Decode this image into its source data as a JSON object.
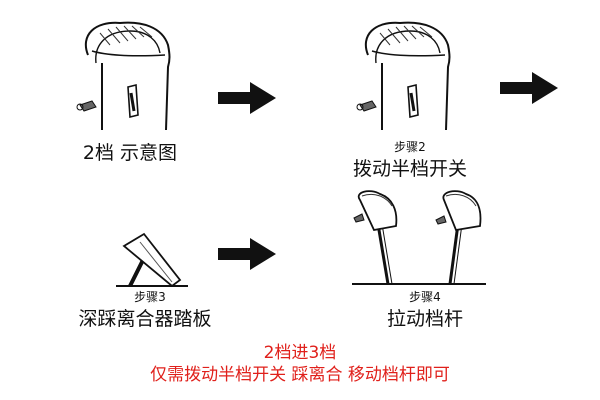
{
  "panels": {
    "p1": {
      "caption": "2档 示意图"
    },
    "p2": {
      "step": "步骤2",
      "caption": "拨动半档开关"
    },
    "p3": {
      "step": "步骤3",
      "caption": "深踩离合器踏板"
    },
    "p4": {
      "step": "步骤4",
      "caption": "拉动档杆"
    }
  },
  "footer": {
    "line1": "2档进3档",
    "line2": "仅需拨动半档开关 踩离合 移动档杆即可"
  },
  "colors": {
    "footer_text": "#e0201b",
    "line": "#111111"
  }
}
